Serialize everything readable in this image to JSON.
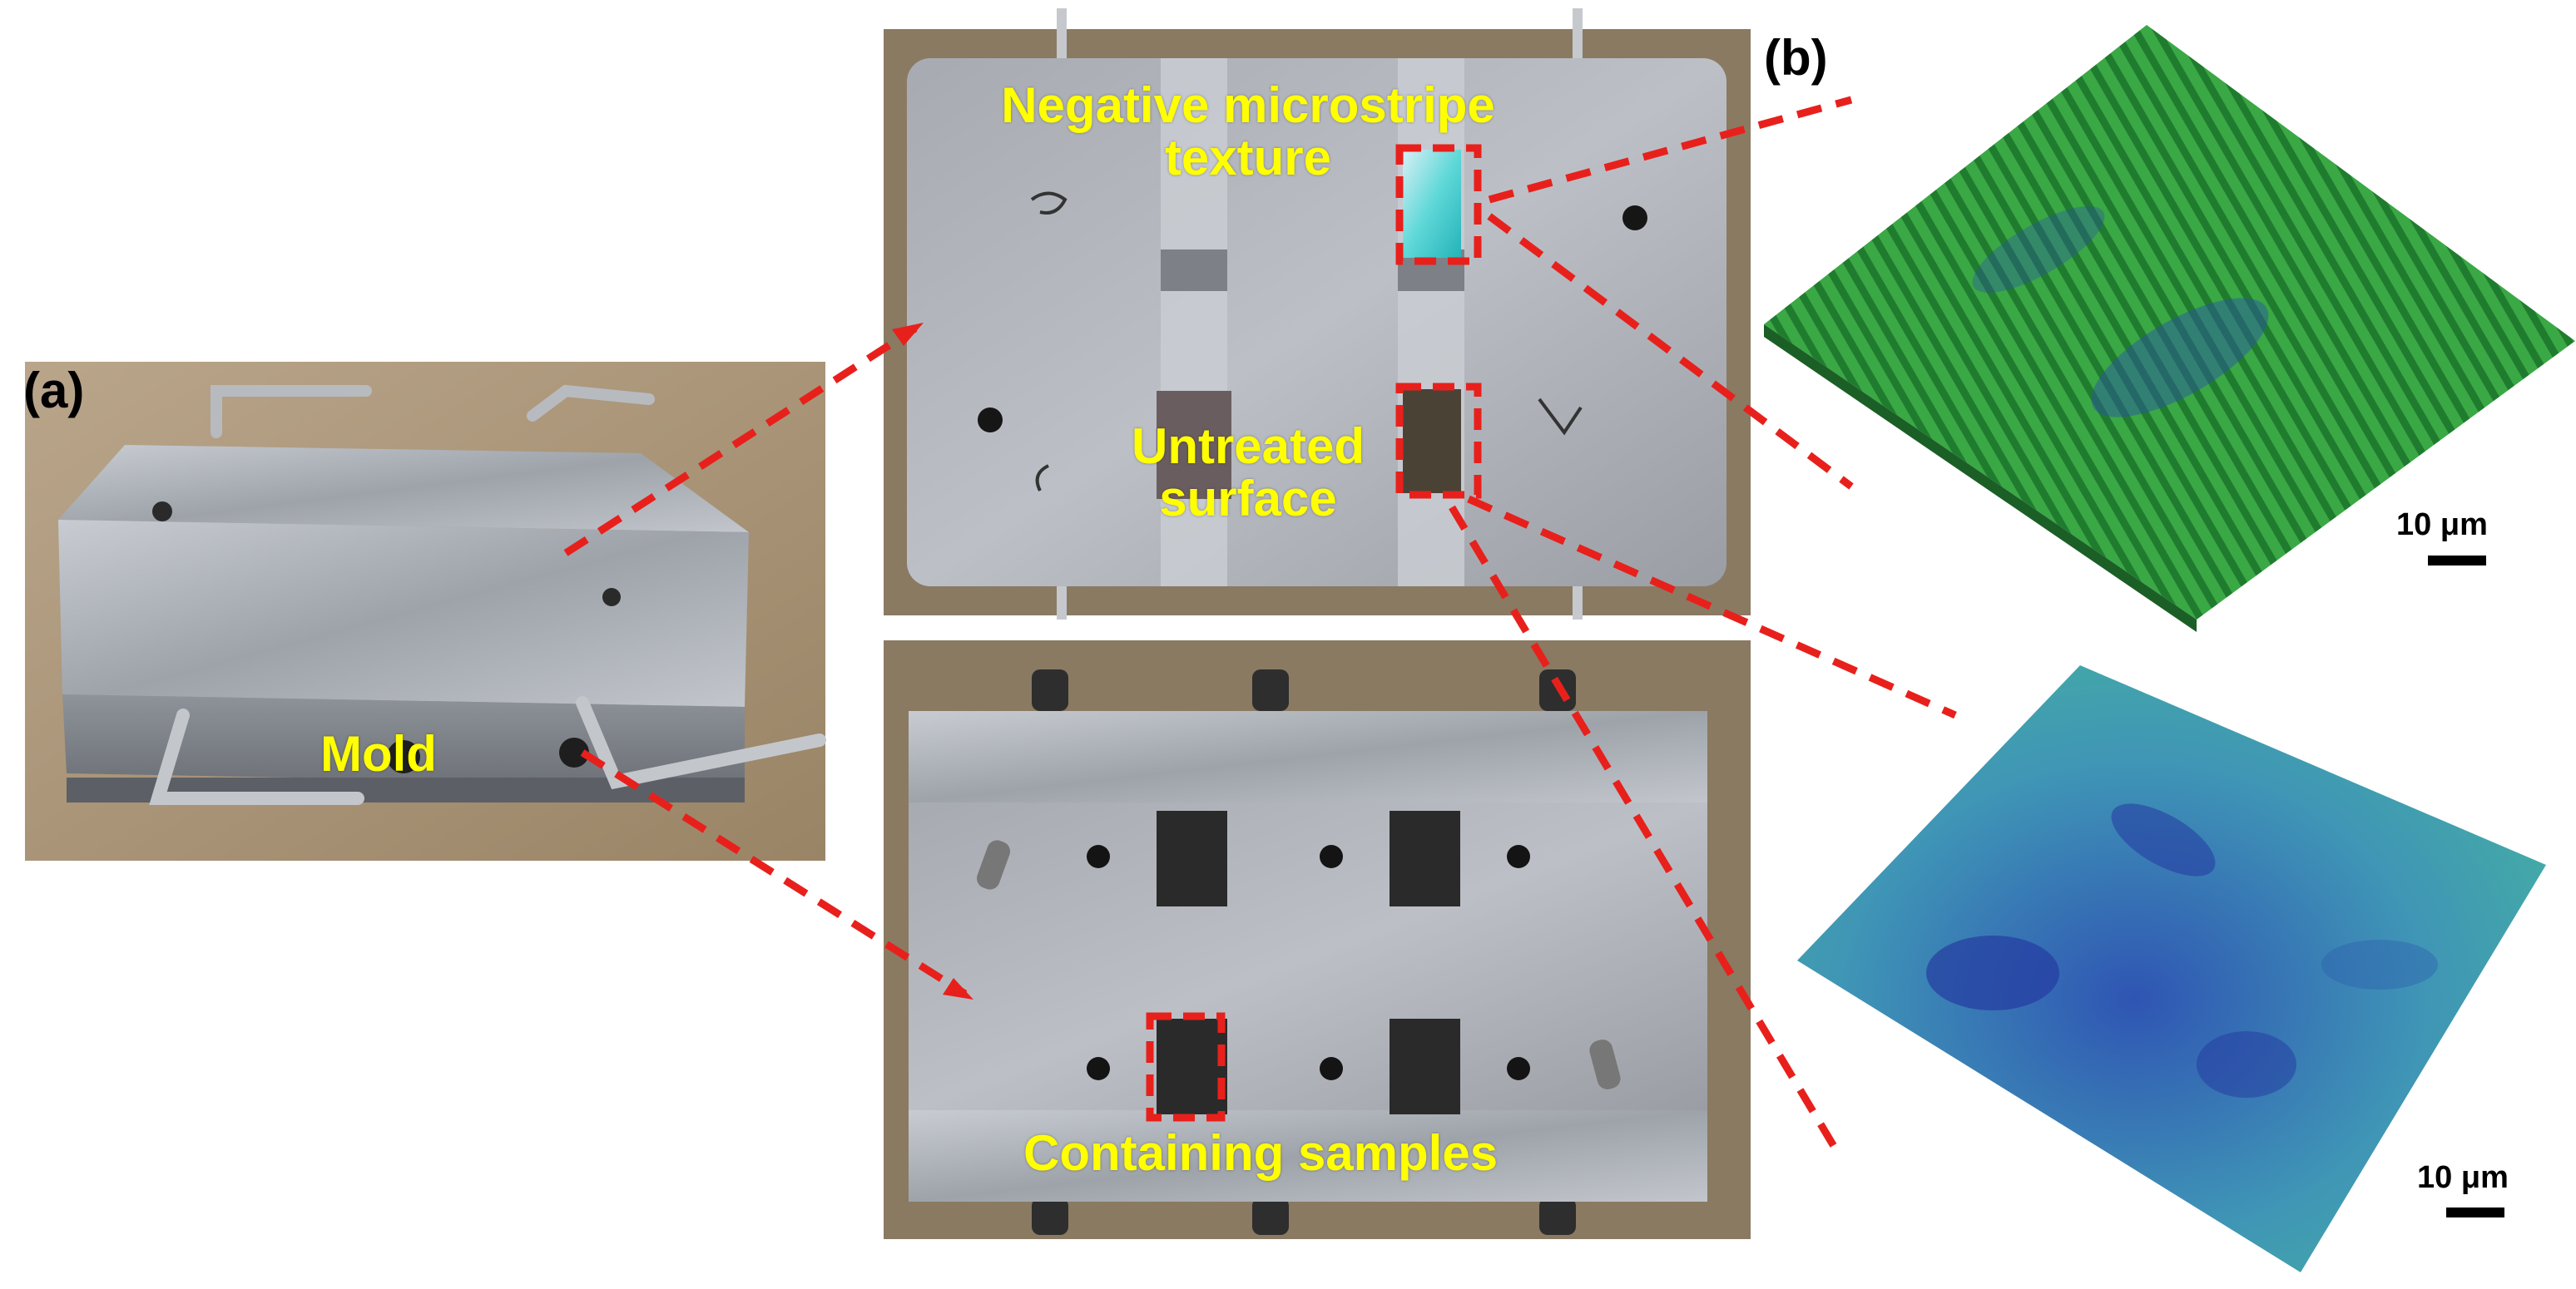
{
  "labels": {
    "panel_a": "(a)",
    "panel_b": "(b)",
    "mold": "Mold",
    "negative_texture_line1": "Negative microstripe",
    "negative_texture_line2": "texture",
    "untreated_line1": "Untreated",
    "untreated_line2": "surface",
    "containing_samples": "Containing samples"
  },
  "scale_bars": {
    "top": "10 μm",
    "bottom": "10 μm"
  },
  "colors": {
    "annotation_text": "#ffff00",
    "dashed_arrows": "#e8201c",
    "metal": "#a9adb3",
    "texture_green": "#2e9e3a",
    "surface_teal": "#3fa6a2",
    "surface_blue": "#2a3fa8"
  }
}
